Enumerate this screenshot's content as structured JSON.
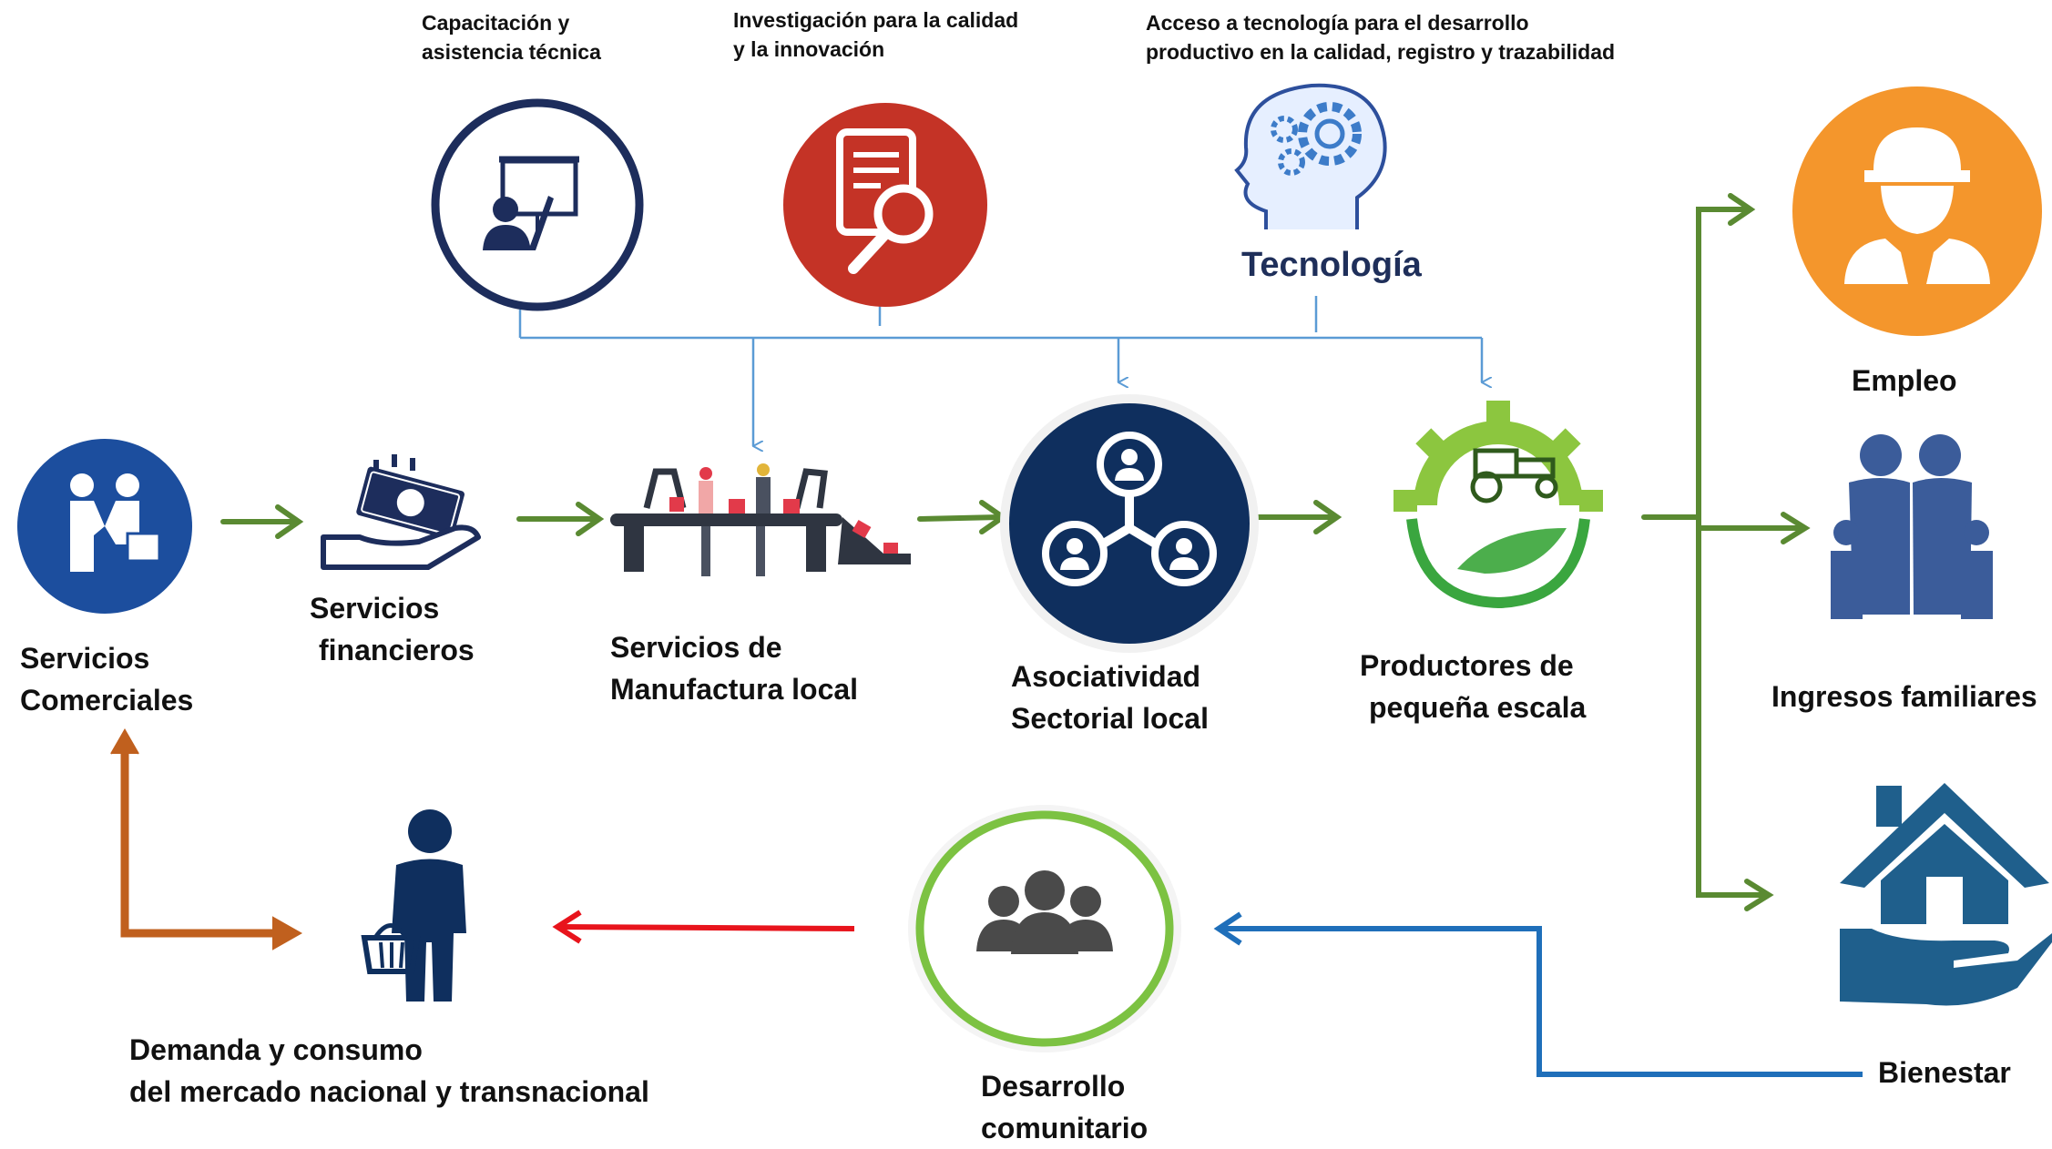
{
  "top_labels": {
    "capacitacion": [
      "Capacitación y",
      "asistencia técnica"
    ],
    "investigacion": [
      "Investigación para la calidad",
      "y  la innovación"
    ],
    "acceso": [
      "Acceso a tecnología para el desarrollo",
      "productivo en la calidad, registro y trazabilidad"
    ],
    "tecnologia": "Tecnología"
  },
  "nodes": {
    "servicios_comerciales": [
      "Servicios",
      "Comerciales"
    ],
    "servicios_financieros": [
      "Servicios",
      "financieros"
    ],
    "manufactura": [
      "Servicios de",
      "Manufactura  local"
    ],
    "asociatividad": [
      "Asociatividad",
      "Sectorial local"
    ],
    "productores": [
      "Productores de",
      "pequeña escala"
    ],
    "empleo": "Empleo",
    "ingresos": "Ingresos familiares",
    "bienestar": "Bienestar",
    "desarrollo": [
      "Desarrollo",
      "comunitario"
    ],
    "demanda": [
      "Demanda  y consumo",
      "del mercado nacional y transnacional"
    ]
  },
  "colors": {
    "green_arrow": "#5a8a32",
    "blue_line": "#5b9bd5",
    "blue_arrow": "#1f6fba",
    "red_arrow": "#e8141c",
    "orange_arrow": "#c0601e",
    "navy": "#0f2f5e",
    "royal_blue": "#1c4e9e",
    "red_circle": "#c43326",
    "orange_circle": "#f4962c",
    "lime": "#7cc242",
    "steel_blue": "#3b5c9a"
  }
}
